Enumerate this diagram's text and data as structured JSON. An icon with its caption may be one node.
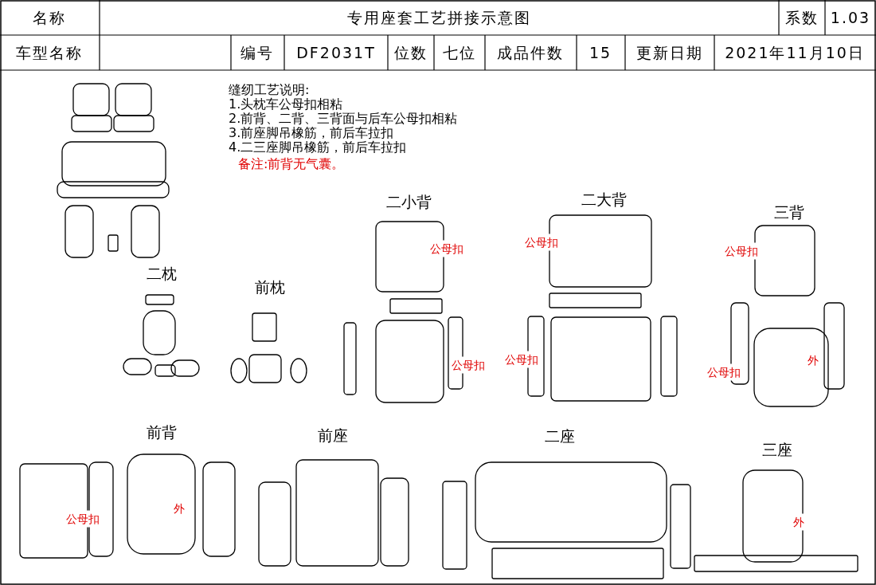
{
  "diagram": {
    "labels": [
      "名称",
      "专用座套工艺拼接示意图",
      "系数",
      "1.03",
      "车型名称",
      "编号",
      "DF2031T",
      "位数",
      "七位",
      "成品件数",
      "15",
      "更新日期",
      "2021年11月10日",
      "缝纫工艺说明:",
      "1.头枕车公母扣相粘",
      "2.前背、二背、三背面与后车公母扣相粘",
      "3.前座脚吊橡筋，前后车拉扣",
      "4.二三座脚吊橡筋，前后车拉扣",
      "备注:前背无气囊。",
      "二小背",
      "二大背",
      "三背",
      "二枕",
      "前枕",
      "公母扣",
      "公母扣",
      "公母扣",
      "公母扣",
      "公母扣",
      "公母扣",
      "外",
      "前背",
      "前座",
      "二座",
      "三座",
      "公母扣",
      "外",
      "外"
    ]
  }
}
